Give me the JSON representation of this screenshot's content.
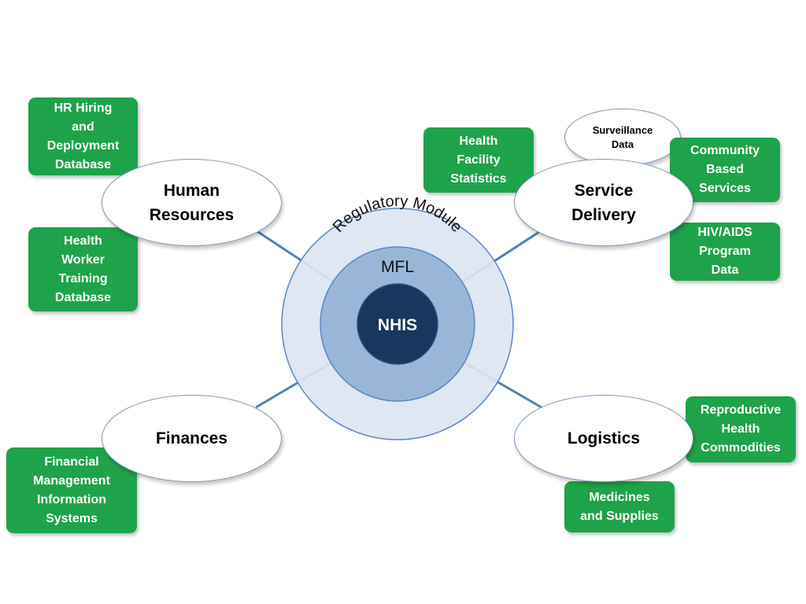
{
  "center": {
    "outer_label": "Regulatory Module",
    "middle_label": "MFL",
    "core_label": "NHIS"
  },
  "hubs": {
    "human_resources": "Human\nResources",
    "service_delivery": "Service\nDelivery",
    "finances": "Finances",
    "logistics": "Logistics"
  },
  "sources": {
    "hr_hiring": "HR Hiring\nand\nDeployment\nDatabase",
    "health_worker_training": "Health\nWorker\nTraining\nDatabase",
    "health_facility_statistics": "Health\nFacility\nStatistics",
    "surveillance_data": "Surveillance\nData",
    "community_based_services": "Community\nBased\nServices",
    "hiv_aids_program_data": "HIV/AIDS\nProgram\nData",
    "financial_management": "Financial\nManagement\nInformation\nSystems",
    "reproductive_health_commodities": "Reproductive\nHealth\nCommodities",
    "medicines_and_supplies": "Medicines\nand Supplies"
  },
  "colors": {
    "source_box_fill": "#1ea34a",
    "outer_ring": "#dbe5f1",
    "middle_ring": "#95b3d7",
    "core": "#17375e",
    "connector": "#4f81bd",
    "hub_border": "#7b97b8"
  }
}
